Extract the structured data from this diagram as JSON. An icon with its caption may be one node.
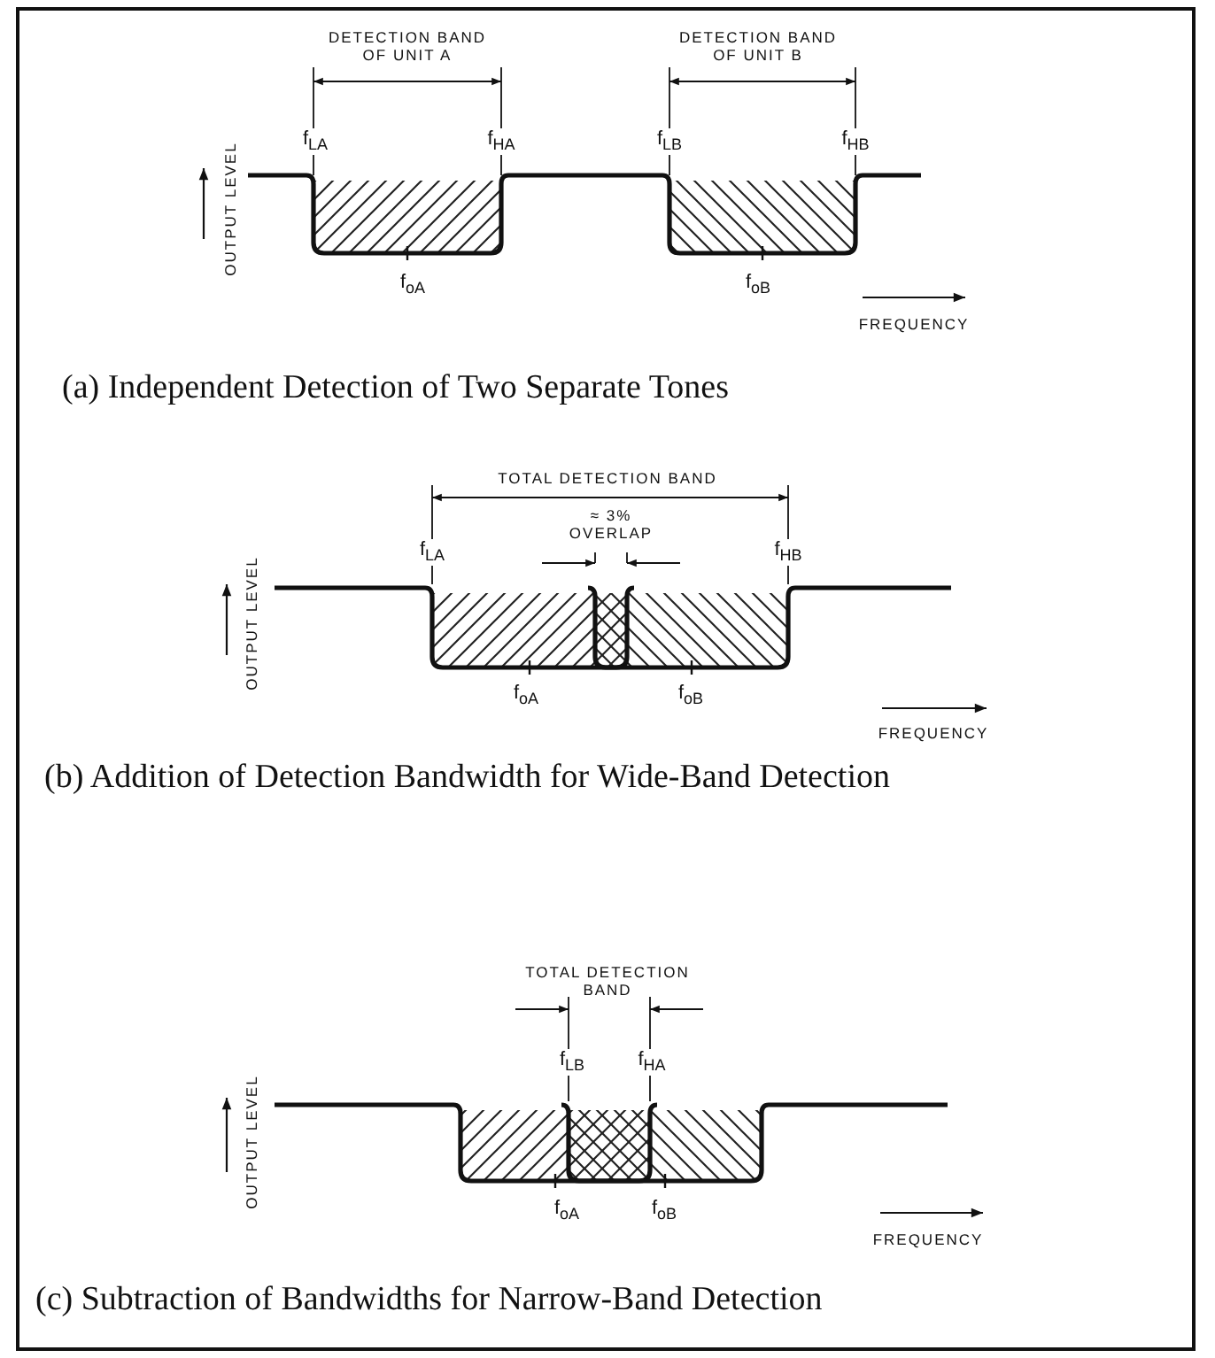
{
  "diagram": {
    "labels": [
      "DETECTION BAND OF UNIT A",
      "DETECTION BAND OF UNIT B",
      "f$_{LA}$",
      "f$_{HA}$",
      "f$_{LB}$",
      "f$_{HB}$",
      "OUTPUT LEVEL",
      "f$_{oA}$",
      "f$_{oB}$",
      "FREQUENCY",
      "(a) Independent Detection of Two Separate Tones",
      "TOTAL DETECTION BAND",
      "≈ 3% OVERLAP",
      "f$_{LA}$",
      "f$_{HB}$",
      "OUTPUT LEVEL",
      "f$_{oA}$",
      "f$_{oB}$",
      "FREQUENCY",
      "(b) Addition of Detection Bandwidth for Wide-Band Detection",
      "TOTAL DETECTION BAND",
      "f$_{LB}$",
      "f$_{HA}$",
      "OUTPUT LEVEL",
      "f$_{oA}$",
      "f$_{oB}$",
      "FREQUENCY",
      "(c) Subtraction of Bandwidths for Narrow-Band Detection"
    ]
  }
}
